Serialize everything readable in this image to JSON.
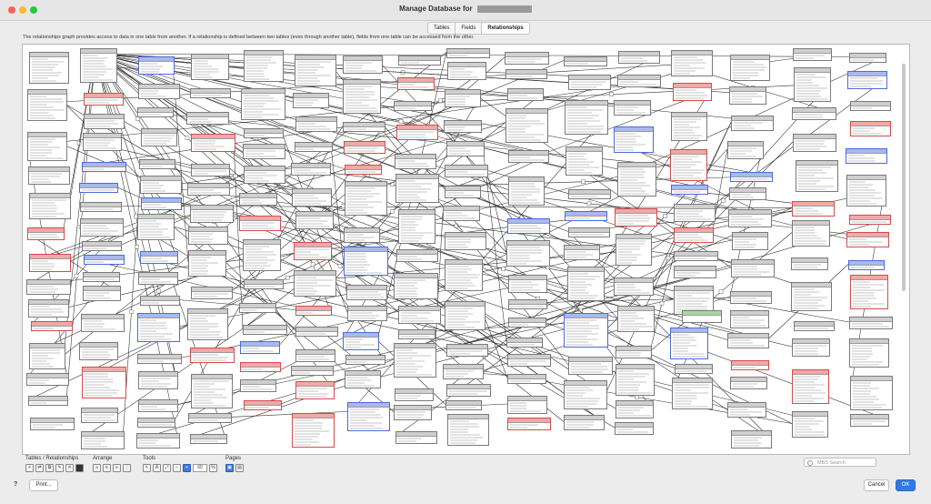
{
  "window": {
    "title": "Manage Database for",
    "redacted": "redacted-filename"
  },
  "tabs": [
    {
      "label": "Tables"
    },
    {
      "label": "Fields"
    },
    {
      "label": "Relationships",
      "active": true
    }
  ],
  "description": "The relationships graph provides access to data in one table from another. If a relationship is defined between two tables (even through another table), fields from one table can be accessed from the other.",
  "toolbar": {
    "tables_relationships_label": "Tables / Relationships",
    "arrange_label": "Arrange",
    "tools_label": "Tools",
    "pages_label": "Pages",
    "zoom_value": "60",
    "zoom_unit": "%"
  },
  "search": {
    "placeholder": "MBS Search"
  },
  "buttons": {
    "help": "?",
    "print": "Print...",
    "cancel": "Cancel",
    "ok": "OK"
  },
  "colors": {
    "accent": "#2f7ae5",
    "blue_table": "#4a6bdc",
    "red_table": "#d14d4d",
    "green_table": "#5ea052"
  }
}
